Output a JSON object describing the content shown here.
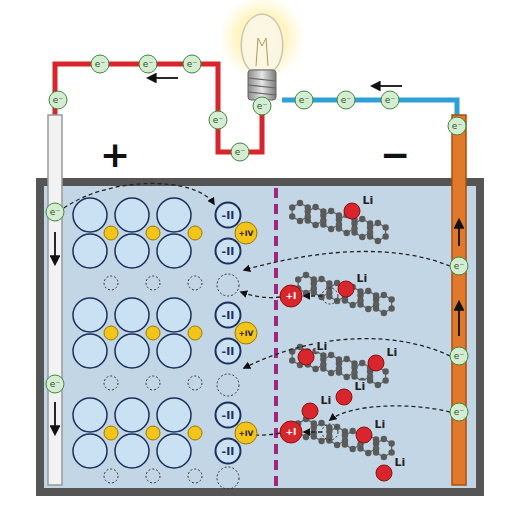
{
  "diagram": {
    "labels": [
      "+",
      "−",
      "e⁻",
      "e⁻",
      "e⁻",
      "e⁻",
      "e⁻",
      "e⁻",
      "e⁻",
      "e⁻",
      "e⁻",
      "e⁻",
      "e⁻",
      "e⁻",
      "e⁻",
      "e⁻",
      "e⁻",
      "e⁻",
      "-II",
      "-II",
      "-II",
      "-II",
      "-II",
      "-II",
      "+IV",
      "+IV",
      "+IV",
      "+I",
      "+I",
      "Li",
      "Li",
      "Li",
      "Li",
      "Li",
      "Li",
      "Li",
      "Li"
    ]
  }
}
